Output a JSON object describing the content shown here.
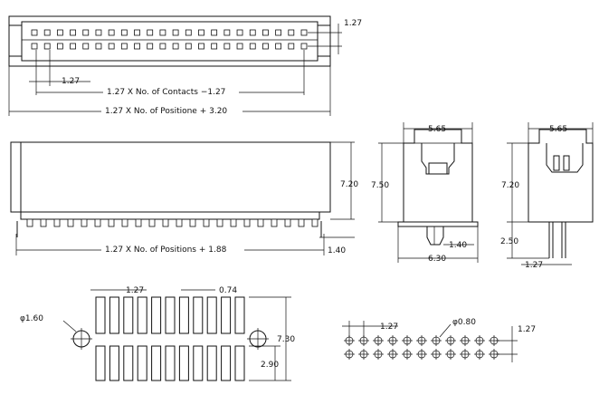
{
  "top_view": {
    "pitch_label_right": "1.27",
    "pitch_label_left": "1.27",
    "contacts_label": "1.27 X No. of Contacts −1.27",
    "positions_label": "1.27 X No. of Positione + 3.20",
    "pins_per_row": 22
  },
  "side_view": {
    "height_label": "7.20",
    "length_label": "1.27 X No. of Positions + 1.88",
    "offset_label": "1.40",
    "pins": 22
  },
  "end_view_1": {
    "top_width": "5.65",
    "height": "7.50",
    "bottom_width": "6.30",
    "pin_offset": "1.40"
  },
  "end_view_2": {
    "top_width": "5.65",
    "height": "7.20",
    "pin_length": "2.50",
    "pin_pitch": "1.27"
  },
  "footprint": {
    "pitch": "1.27",
    "pad_width": "0.74",
    "hole_diameter": "φ1.60",
    "row_span": "7.30",
    "pad_length": "2.90",
    "pads_per_row": 11
  },
  "hole_pattern": {
    "pitch_x": "1.27",
    "pitch_y": "1.27",
    "hole_diameter": "φ0.80",
    "holes_per_row": 11
  }
}
